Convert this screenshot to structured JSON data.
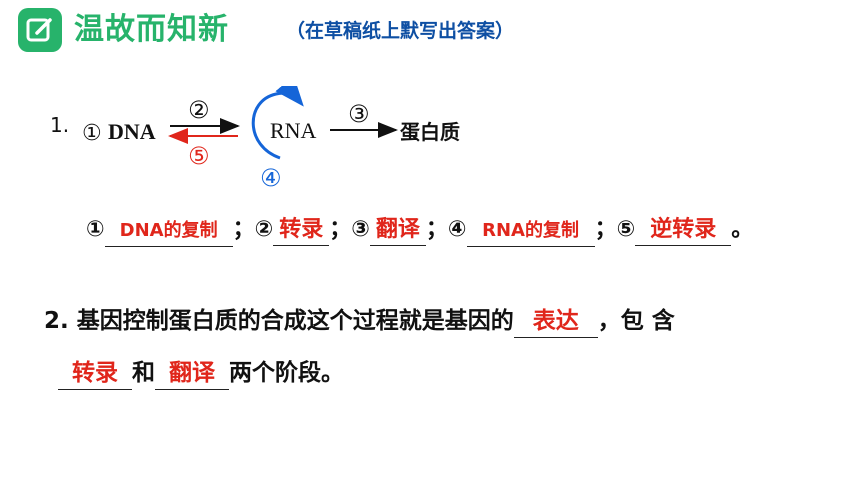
{
  "header": {
    "title": "温故而知新",
    "subtitle": "（在草稿纸上默写出答案）",
    "icon": "edit-icon",
    "accent_color": "#27b36b",
    "subtitle_color": "#0e4fa3"
  },
  "q1": {
    "number": "1.",
    "diagram": {
      "dna": "DNA",
      "rna": "RNA",
      "protein": "蛋白质",
      "c1": "①",
      "c2": "②",
      "c3": "③",
      "c4": "④",
      "c5": "⑤"
    },
    "answers": {
      "m1": "①",
      "a1": "DNA的复制",
      "s1": "；②",
      "a2": "转录",
      "s2": "；③",
      "a3": "翻译",
      "s3": "；④",
      "a4": "RNA的复制",
      "s4": "；⑤",
      "a5": "逆转录",
      "end": "。"
    }
  },
  "q2": {
    "line1": "2. 基因控制蛋白质的合成这个过程就是基因的",
    "blank1": "表达",
    "line1_end": "，包 含",
    "blank2": "转录",
    "mid": "和",
    "blank3": "翻译",
    "line2_end": "两个阶段。"
  },
  "colors": {
    "answer": "#e0261b",
    "arrow_blue": "#1565d8",
    "arrow_red": "#e0261b"
  }
}
